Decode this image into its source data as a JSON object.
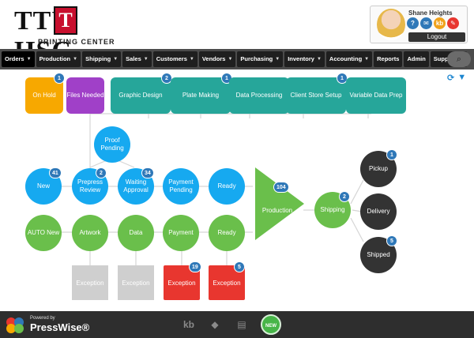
{
  "header": {
    "logo_main": "TTU HSC",
    "logo_mark": "T",
    "logo_sub": "PRINTING CENTER",
    "user_name": "Shane Heights",
    "user_icons": [
      {
        "name": "help-icon",
        "glyph": "?",
        "color": "#2f78b8"
      },
      {
        "name": "mail-icon",
        "glyph": "✉",
        "color": "#2f78b8"
      },
      {
        "name": "kb-icon",
        "glyph": "kb",
        "color": "#f0a21b"
      },
      {
        "name": "tag-icon",
        "glyph": "✎",
        "color": "#e8362f"
      }
    ],
    "logout_label": "Logout"
  },
  "nav": {
    "items": [
      {
        "label": "Orders",
        "caret": true,
        "active": true
      },
      {
        "label": "Production",
        "caret": true
      },
      {
        "label": "Shipping",
        "caret": true
      },
      {
        "label": "Sales",
        "caret": true
      },
      {
        "label": "Customers",
        "caret": true
      },
      {
        "label": "Vendors",
        "caret": true
      },
      {
        "label": "Purchasing",
        "caret": true
      },
      {
        "label": "Inventory",
        "caret": true
      },
      {
        "label": "Accounting",
        "caret": true
      },
      {
        "label": "Reports",
        "caret": false
      },
      {
        "label": "Admin",
        "caret": false
      },
      {
        "label": "Support",
        "caret": true
      }
    ],
    "search_icon": "search-icon"
  },
  "workflow": {
    "colors": {
      "orange": "#f7a800",
      "purple": "#a040c8",
      "teal": "#26a69a",
      "blue": "#16a9f0",
      "green": "#6abf4b",
      "dark": "#333333",
      "gray": "#cfcfcf",
      "red": "#e8362f",
      "badge": "#2f78b8"
    },
    "top_boxes": [
      {
        "id": "on-hold",
        "label": "On Hold",
        "badge": "1"
      },
      {
        "id": "files-needed",
        "label": "Files Needed",
        "badge": ""
      },
      {
        "id": "graphic-design",
        "label": "Graphic Design",
        "badge": "2"
      },
      {
        "id": "plate-making",
        "label": "Plate Making",
        "badge": "1"
      },
      {
        "id": "data-processing",
        "label": "Data Processing",
        "badge": ""
      },
      {
        "id": "client-store-setup",
        "label": "Client Store Setup",
        "badge": "1"
      },
      {
        "id": "variable-data-prep",
        "label": "Variable Data Prep",
        "badge": ""
      }
    ],
    "proof_pending": {
      "label": "Proof Pending",
      "badge": ""
    },
    "row1": [
      {
        "id": "new",
        "label": "New",
        "badge": "41"
      },
      {
        "id": "prepress-review",
        "label": "Prepress Review",
        "badge": "2"
      },
      {
        "id": "waiting-approval",
        "label": "Waiting Approval",
        "badge": "34"
      },
      {
        "id": "payment-pending",
        "label": "Payment Pending",
        "badge": ""
      },
      {
        "id": "ready-1",
        "label": "Ready",
        "badge": ""
      }
    ],
    "row2": [
      {
        "id": "auto-new",
        "label": "AUTO New",
        "badge": ""
      },
      {
        "id": "artwork",
        "label": "Artwork",
        "badge": ""
      },
      {
        "id": "data",
        "label": "Data",
        "badge": ""
      },
      {
        "id": "payment",
        "label": "Payment",
        "badge": ""
      },
      {
        "id": "ready-2",
        "label": "Ready",
        "badge": ""
      }
    ],
    "exceptions": [
      {
        "label": "Exception",
        "badge": "",
        "style": "gray"
      },
      {
        "label": "Exception",
        "badge": "",
        "style": "gray"
      },
      {
        "label": "Exception",
        "badge": "19",
        "style": "red"
      },
      {
        "label": "Exception",
        "badge": "5",
        "style": "red"
      }
    ],
    "production": {
      "label": "Production",
      "badge": "104"
    },
    "shipping": {
      "label": "Shipping",
      "badge": "2"
    },
    "outcomes": [
      {
        "id": "pickup",
        "label": "Pickup",
        "badge": "1"
      },
      {
        "id": "delivery",
        "label": "Delivery",
        "badge": ""
      },
      {
        "id": "shipped",
        "label": "Shipped",
        "badge": "5"
      }
    ],
    "tools": {
      "refresh_icon": "refresh-icon",
      "filter_icon": "filter-icon"
    }
  },
  "footer": {
    "powered_by": "Powered by",
    "brand": "PressWise®",
    "icons": [
      {
        "name": "kb-icon",
        "glyph": "kb"
      },
      {
        "name": "tag-icon",
        "glyph": "◆"
      },
      {
        "name": "list-icon",
        "glyph": "▤"
      }
    ],
    "new_label": "NEW"
  }
}
